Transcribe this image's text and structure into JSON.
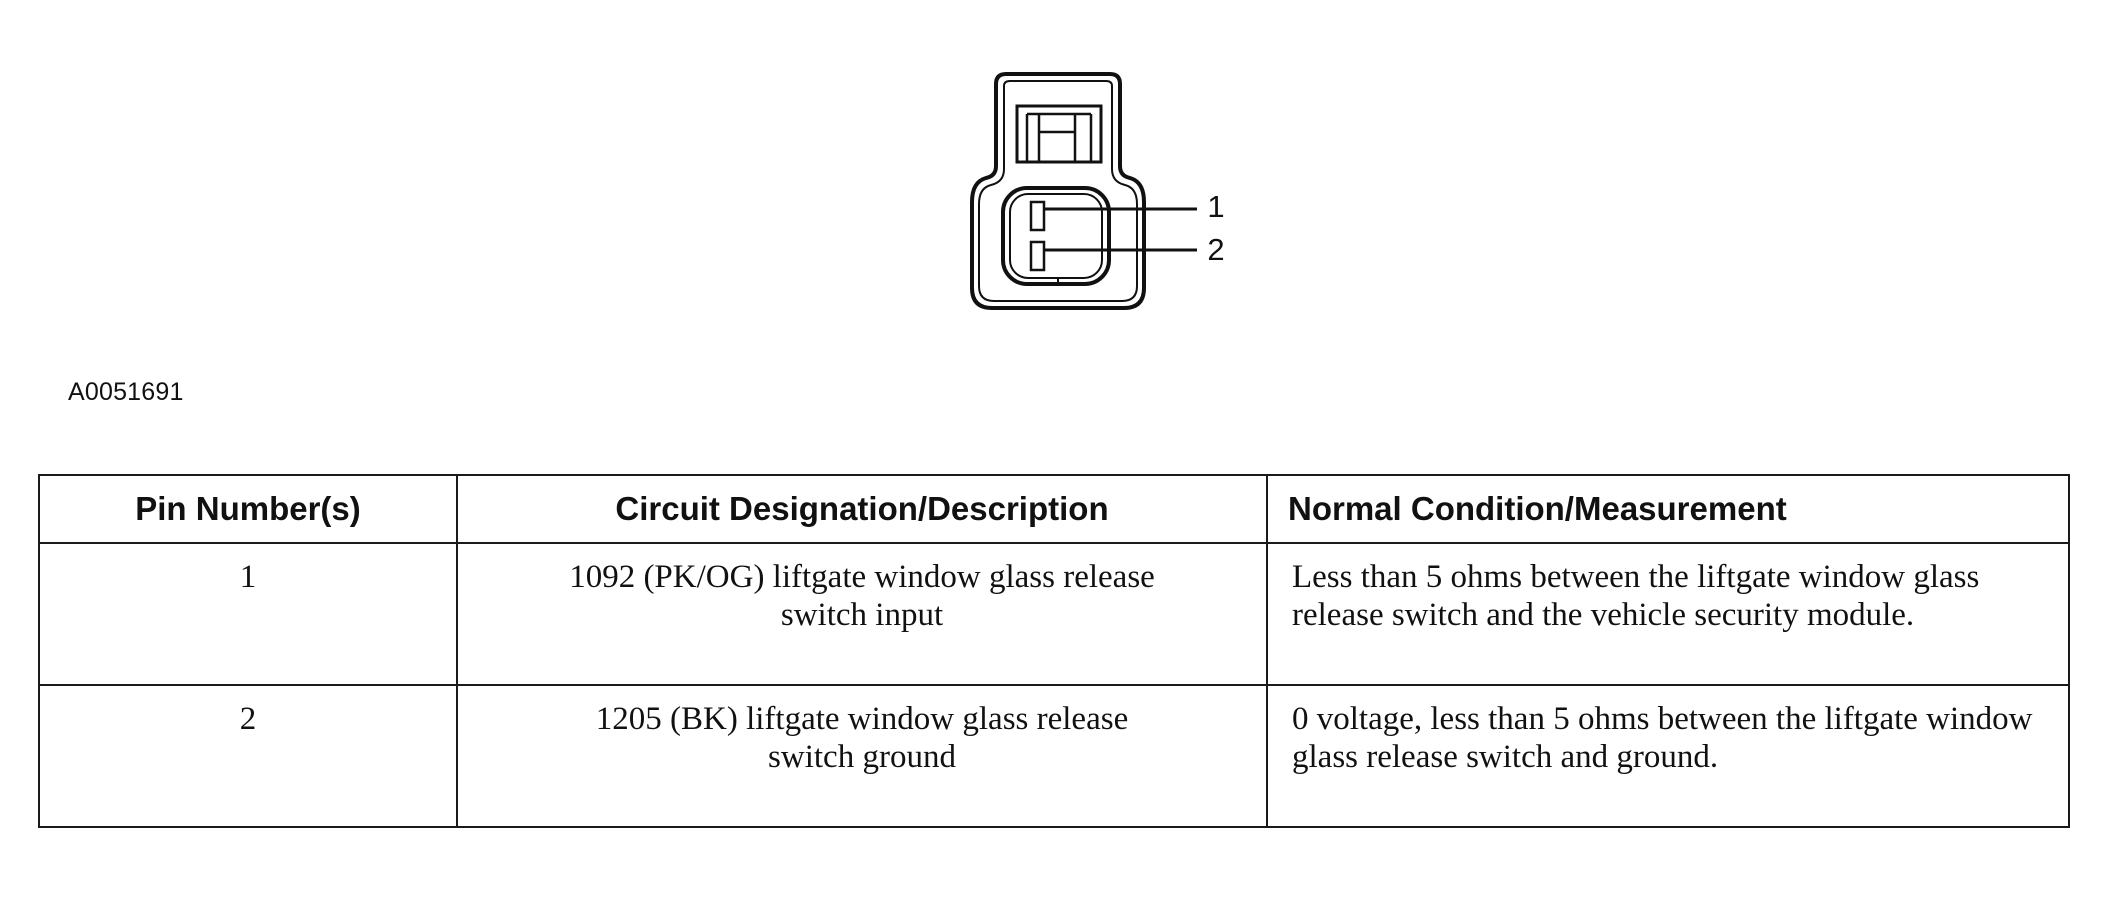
{
  "figure": {
    "id": "A0051691",
    "pin_labels": [
      "1",
      "2"
    ]
  },
  "table": {
    "headers": [
      "Pin Number(s)",
      "Circuit Designation/Description",
      "Normal Condition/Measurement"
    ],
    "rows": [
      {
        "pin": "1",
        "circuit": "1092 (PK/OG) liftgate window glass release switch input",
        "condition": "Less than 5 ohms between the liftgate window glass release switch and the vehicle security module."
      },
      {
        "pin": "2",
        "circuit": "1205 (BK) liftgate window glass release switch ground",
        "condition": "0 voltage, less than 5 ohms between the liftgate window glass release switch and ground."
      }
    ]
  }
}
